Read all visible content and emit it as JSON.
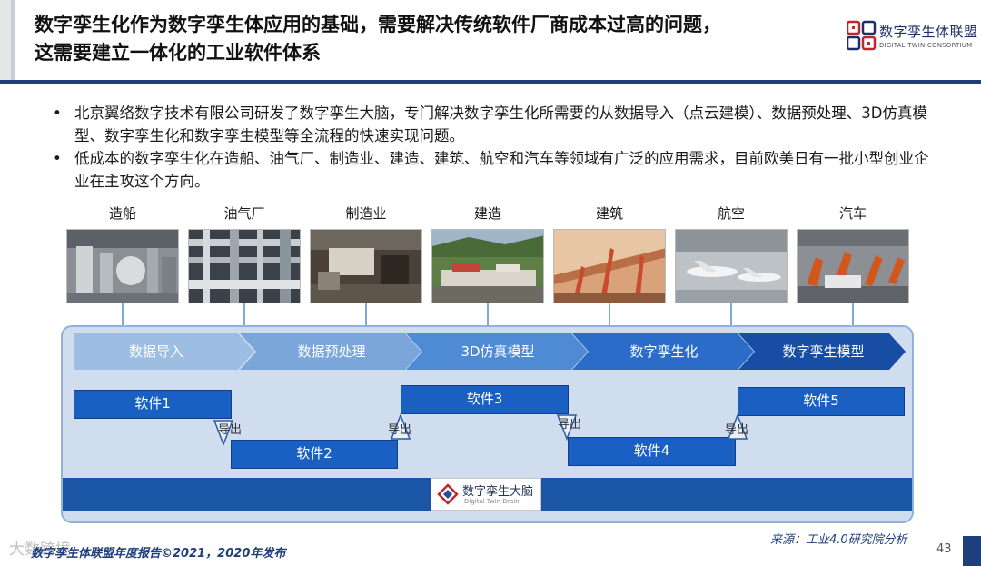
{
  "header": {
    "title_line1": "数字孪生化作为数字孪生体应用的基础，需要解决传统软件厂商成本过高的问题，",
    "title_line2": "这需要建立一体化的工业软件体系",
    "logo_cn": "数字孪生体联盟",
    "logo_en": "DIGITAL TWIN CONSORTIUM",
    "accent_color": "#1f3e7c"
  },
  "bullets": [
    {
      "text": "北京翼络数字技术有限公司研发了数字孪生大脑，专门解决数字孪生化所需要的从数据导入（点云建模）、数据预处理、3D仿真模型、数字孪生化和数字孪生模型等全流程的快速实现问题。"
    },
    {
      "text": "低成本的数字孪生化在造船、油气厂、制造业、建造、建筑、航空和汽车等领域有广泛的应用需求，目前欧美日有一批小型创业企业在主攻这个方向。"
    }
  ],
  "bullet_symbol": "•",
  "industries": [
    {
      "label": "造船",
      "icon": "shipbuilding-photo"
    },
    {
      "label": "油气厂",
      "icon": "oil-gas-plant-photo"
    },
    {
      "label": "制造业",
      "icon": "manufacturing-photo"
    },
    {
      "label": "建造",
      "icon": "construction-photo"
    },
    {
      "label": "建筑",
      "icon": "architecture-photo"
    },
    {
      "label": "航空",
      "icon": "aviation-photo"
    },
    {
      "label": "汽车",
      "icon": "automotive-photo"
    }
  ],
  "process": [
    {
      "label": "数据导入",
      "color": "#9dbde3"
    },
    {
      "label": "数据预处理",
      "color": "#7aa6db"
    },
    {
      "label": "3D仿真模型",
      "color": "#4f8ad4"
    },
    {
      "label": "数字孪生化",
      "color": "#2a6cc8"
    },
    {
      "label": "数字孪生模型",
      "color": "#174ea3"
    }
  ],
  "software": [
    {
      "label": "软件1"
    },
    {
      "label": "软件2"
    },
    {
      "label": "软件3"
    },
    {
      "label": "软件4"
    },
    {
      "label": "软件5"
    }
  ],
  "export_label": "导出",
  "brain": {
    "cn": "数字孪生大脑",
    "en": "Digital Twin Brain"
  },
  "source": "来源：工业4.0研究院分析",
  "footer": "数字孪生体联盟年度报告©2021，2020年发布",
  "page_number": "43",
  "watermark": "大数跨境"
}
